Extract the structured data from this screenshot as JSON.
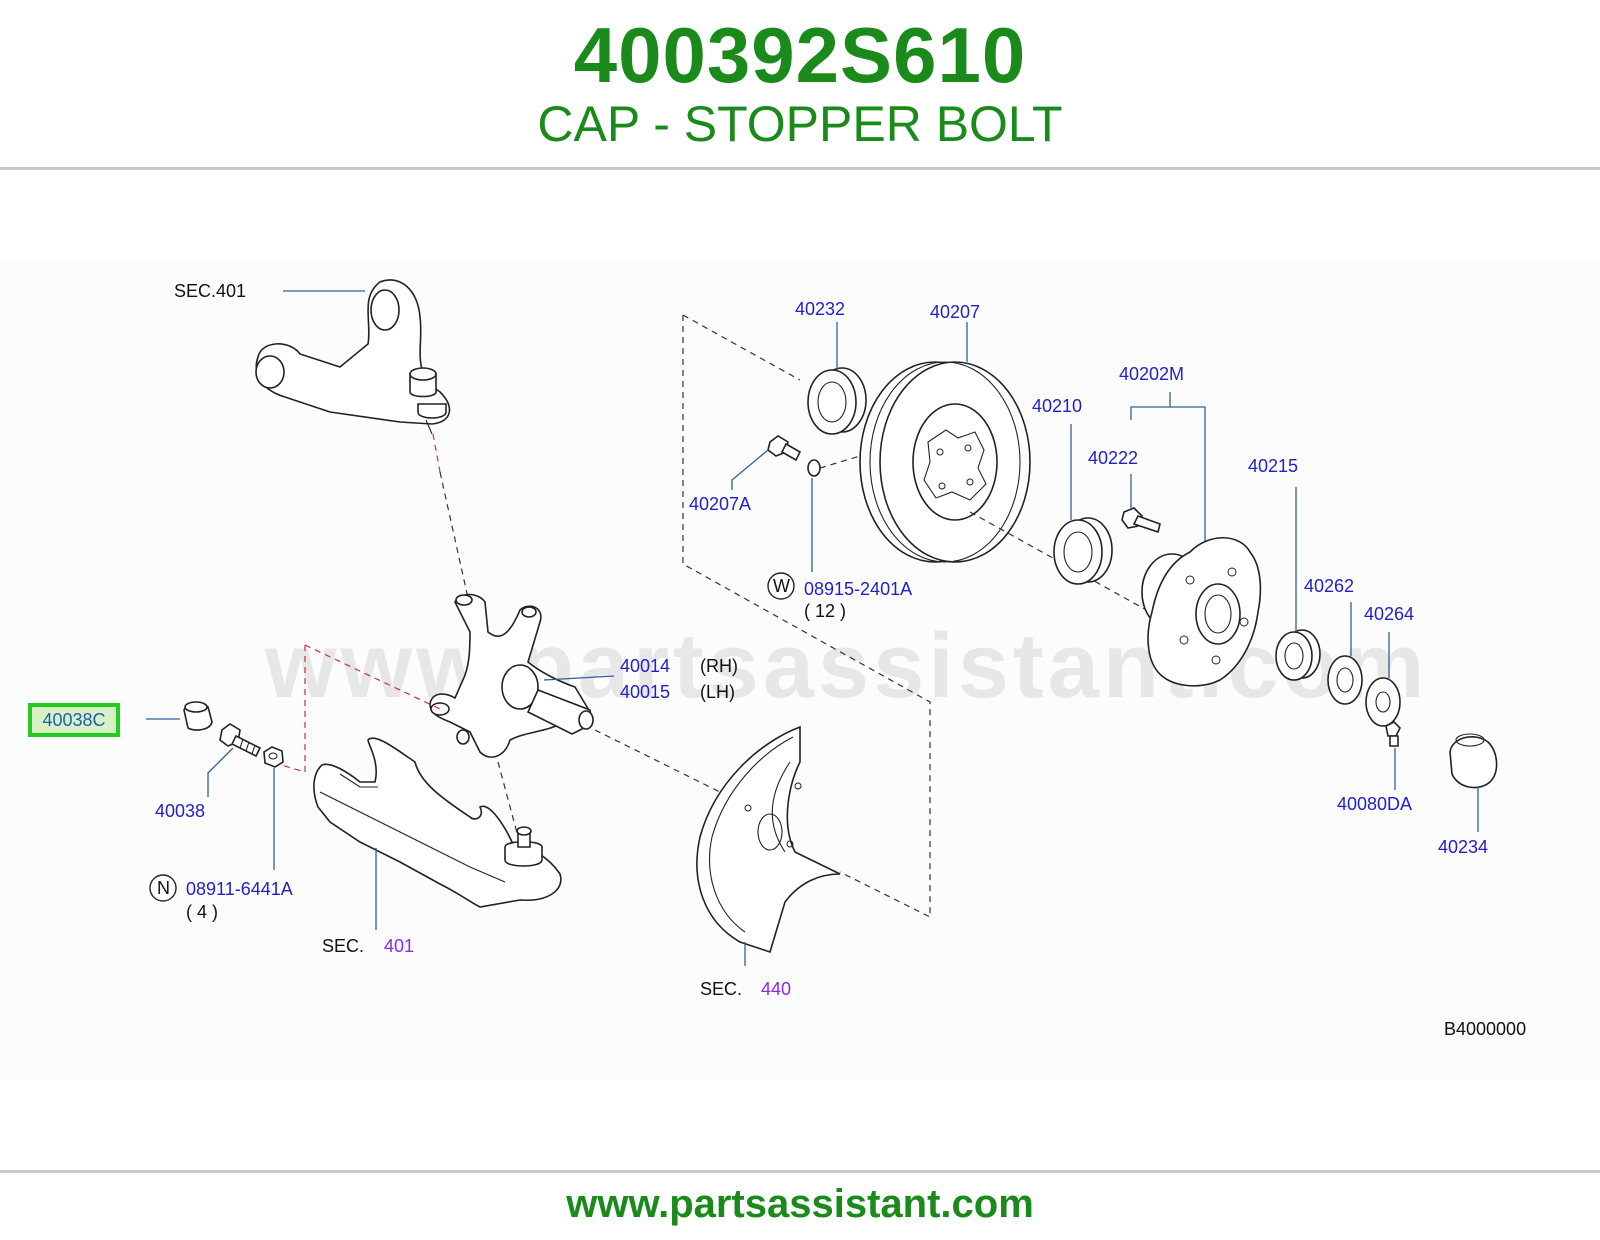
{
  "header": {
    "part_number": "400392S610",
    "description": "CAP - STOPPER BOLT"
  },
  "footer": {
    "url": "www.partsassistant.com"
  },
  "diagram": {
    "watermark": "www.partsassistant.com",
    "diagram_code": "B4000000",
    "highlighted_label": "40038C",
    "labels": {
      "sec401_top": "SEC.401",
      "l40232": "40232",
      "l40207": "40207",
      "l40202M": "40202M",
      "l40210": "40210",
      "l40222": "40222",
      "l40215": "40215",
      "l40207A": "40207A",
      "w_circle": "W",
      "l08915": "08915-2401A",
      "qty12": "( 12 )",
      "l40262": "40262",
      "l40264": "40264",
      "l40014": "40014",
      "rh": "(RH)",
      "l40015": "40015",
      "lh": "(LH)",
      "l40038": "40038",
      "n_circle": "N",
      "l08911": "08911-6441A",
      "qty4": "( 4 )",
      "sec_bottom": "SEC.",
      "sec_bottom_num": "401",
      "sec440": "SEC.",
      "sec440_num": "440",
      "l40080DA": "40080DA",
      "l40234": "40234"
    }
  }
}
